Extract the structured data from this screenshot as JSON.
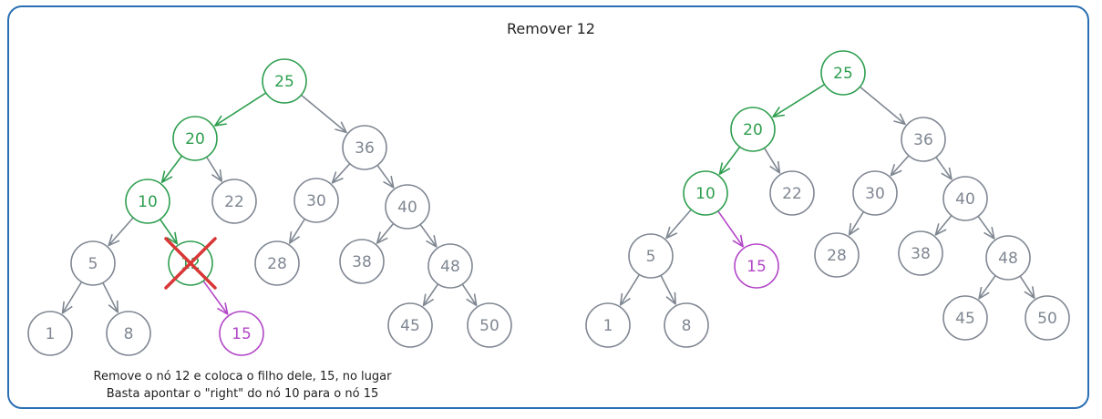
{
  "title": "Remover 12",
  "caption": [
    "Remove o nó 12 e coloca o filho dele, 15, no lugar",
    "Basta apontar o \"right\" do nó 10 para o nó 15"
  ],
  "colors": {
    "gray": "#7f8792",
    "green": "#2e9e4f",
    "purple": "#b246c7",
    "red": "#d93636",
    "frame": "#2b6fb3"
  },
  "trees": [
    {
      "name": "before",
      "removed": "12",
      "nodes": [
        {
          "id": "25",
          "color": "green"
        },
        {
          "id": "20",
          "color": "green"
        },
        {
          "id": "36",
          "color": "gray"
        },
        {
          "id": "10",
          "color": "green"
        },
        {
          "id": "22",
          "color": "gray"
        },
        {
          "id": "30",
          "color": "gray"
        },
        {
          "id": "40",
          "color": "gray"
        },
        {
          "id": "5",
          "color": "gray"
        },
        {
          "id": "12",
          "color": "green"
        },
        {
          "id": "28",
          "color": "gray"
        },
        {
          "id": "38",
          "color": "gray"
        },
        {
          "id": "48",
          "color": "gray"
        },
        {
          "id": "1",
          "color": "gray"
        },
        {
          "id": "8",
          "color": "gray"
        },
        {
          "id": "15",
          "color": "purple"
        },
        {
          "id": "45",
          "color": "gray"
        },
        {
          "id": "50",
          "color": "gray"
        }
      ],
      "edges": [
        {
          "from": "25",
          "to": "20",
          "color": "green"
        },
        {
          "from": "25",
          "to": "36",
          "color": "gray"
        },
        {
          "from": "20",
          "to": "10",
          "color": "green"
        },
        {
          "from": "20",
          "to": "22",
          "color": "gray"
        },
        {
          "from": "36",
          "to": "30",
          "color": "gray"
        },
        {
          "from": "36",
          "to": "40",
          "color": "gray"
        },
        {
          "from": "10",
          "to": "5",
          "color": "gray"
        },
        {
          "from": "10",
          "to": "12",
          "color": "green"
        },
        {
          "from": "30",
          "to": "28",
          "color": "gray"
        },
        {
          "from": "40",
          "to": "38",
          "color": "gray"
        },
        {
          "from": "40",
          "to": "48",
          "color": "gray"
        },
        {
          "from": "5",
          "to": "1",
          "color": "gray"
        },
        {
          "from": "5",
          "to": "8",
          "color": "gray"
        },
        {
          "from": "12",
          "to": "15",
          "color": "purple"
        },
        {
          "from": "48",
          "to": "45",
          "color": "gray"
        },
        {
          "from": "48",
          "to": "50",
          "color": "gray"
        }
      ]
    },
    {
      "name": "after",
      "removed": "",
      "nodes": [
        {
          "id": "25",
          "color": "green"
        },
        {
          "id": "20",
          "color": "green"
        },
        {
          "id": "36",
          "color": "gray"
        },
        {
          "id": "10",
          "color": "green"
        },
        {
          "id": "22",
          "color": "gray"
        },
        {
          "id": "30",
          "color": "gray"
        },
        {
          "id": "40",
          "color": "gray"
        },
        {
          "id": "5",
          "color": "gray"
        },
        {
          "id": "15",
          "color": "purple"
        },
        {
          "id": "28",
          "color": "gray"
        },
        {
          "id": "38",
          "color": "gray"
        },
        {
          "id": "48",
          "color": "gray"
        },
        {
          "id": "1",
          "color": "gray"
        },
        {
          "id": "8",
          "color": "gray"
        },
        {
          "id": "45",
          "color": "gray"
        },
        {
          "id": "50",
          "color": "gray"
        }
      ],
      "edges": [
        {
          "from": "25",
          "to": "20",
          "color": "green"
        },
        {
          "from": "25",
          "to": "36",
          "color": "gray"
        },
        {
          "from": "20",
          "to": "10",
          "color": "green"
        },
        {
          "from": "20",
          "to": "22",
          "color": "gray"
        },
        {
          "from": "36",
          "to": "30",
          "color": "gray"
        },
        {
          "from": "36",
          "to": "40",
          "color": "gray"
        },
        {
          "from": "10",
          "to": "5",
          "color": "gray"
        },
        {
          "from": "10",
          "to": "15",
          "color": "purple"
        },
        {
          "from": "30",
          "to": "28",
          "color": "gray"
        },
        {
          "from": "40",
          "to": "38",
          "color": "gray"
        },
        {
          "from": "40",
          "to": "48",
          "color": "gray"
        },
        {
          "from": "5",
          "to": "1",
          "color": "gray"
        },
        {
          "from": "5",
          "to": "8",
          "color": "gray"
        },
        {
          "from": "48",
          "to": "45",
          "color": "gray"
        },
        {
          "from": "48",
          "to": "50",
          "color": "gray"
        }
      ]
    }
  ]
}
